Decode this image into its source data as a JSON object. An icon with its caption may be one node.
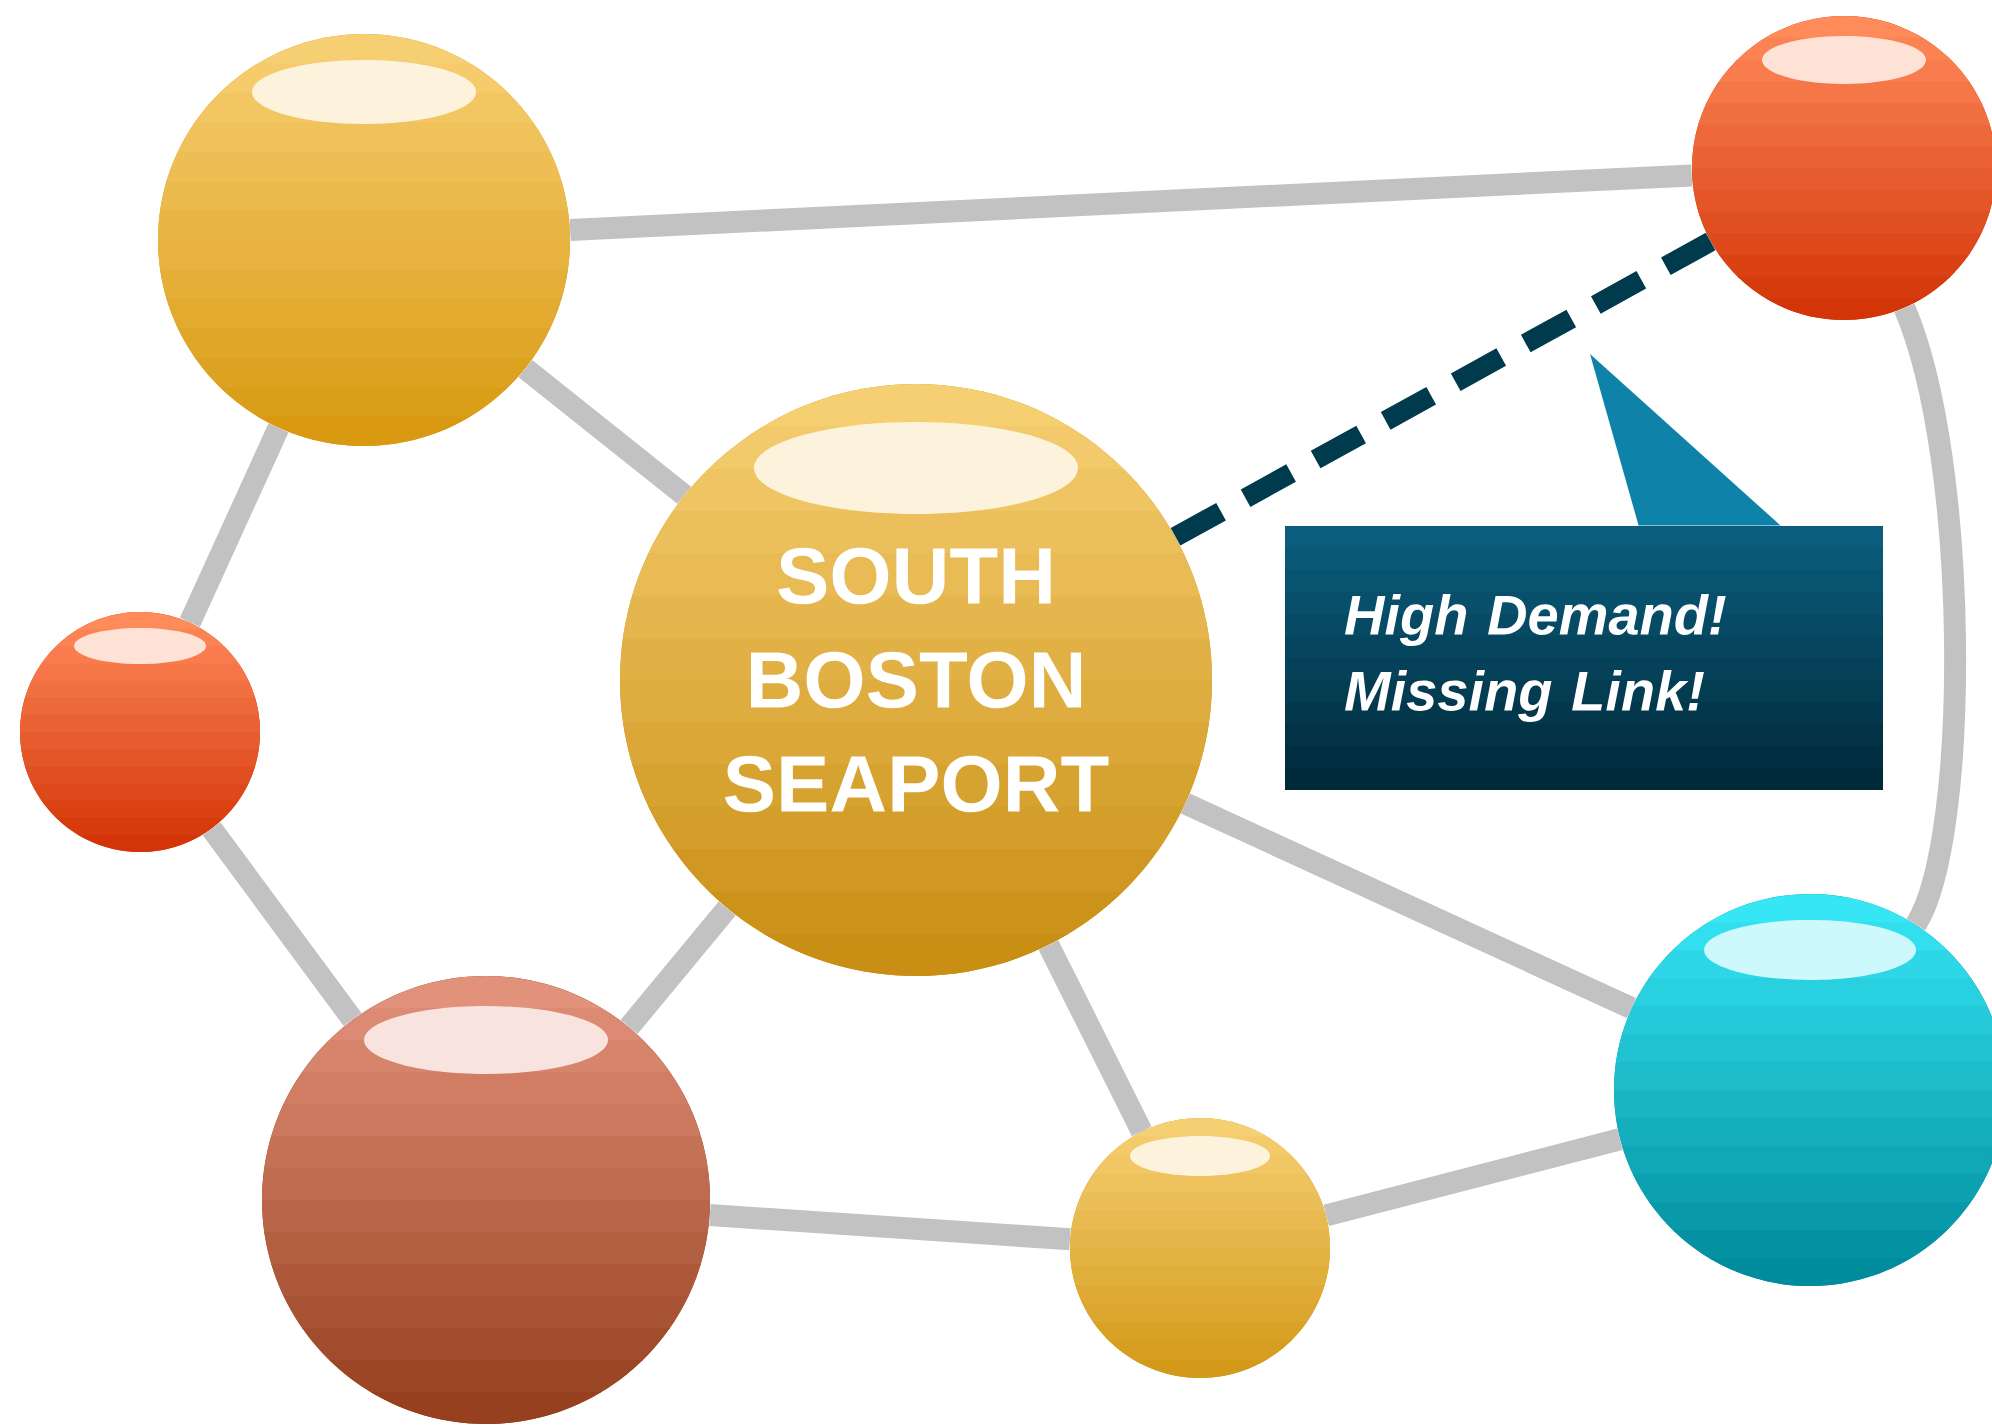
{
  "diagram": {
    "nodes": [
      {
        "text": [],
        "shape": "circle"
      },
      {
        "text": [],
        "shape": "circle"
      },
      {
        "text": [
          "SOUTH BOSTON SEAPORT"
        ]
      },
      {
        "text": [
          "High Demand! Missing Link!"
        ]
      },
      {
        "text": [],
        "shape": "circle"
      },
      {
        "text": [],
        "shape": "circle"
      },
      {
        "text": [],
        "shape": "circle"
      },
      {
        "text": [],
        "shape": "circle"
      }
    ],
    "edges": [
      {
        "from": 0,
        "to": 1,
        "arrow": "none"
      },
      {
        "from": 0,
        "to": 2,
        "arrow": "none"
      },
      {
        "from": 0,
        "to": 4,
        "arrow": "none"
      },
      {
        "from": 2,
        "to": 1,
        "arrow": "none",
        "style": "dashed",
        "color": "#003a4d"
      },
      {
        "from": 1,
        "to": 7,
        "arrow": "none"
      },
      {
        "from": 4,
        "to": 5,
        "arrow": "none"
      },
      {
        "from": 2,
        "to": 5,
        "arrow": "none"
      },
      {
        "from": 2,
        "to": 6,
        "arrow": "none"
      },
      {
        "from": 2,
        "to": 7,
        "arrow": "none"
      },
      {
        "from": 5,
        "to": 6,
        "arrow": "none"
      },
      {
        "from": 6,
        "to": 7,
        "arrow": "none"
      },
      {
        "from": 3,
        "to": null,
        "arrow": "to"
      }
    ]
  }
}
